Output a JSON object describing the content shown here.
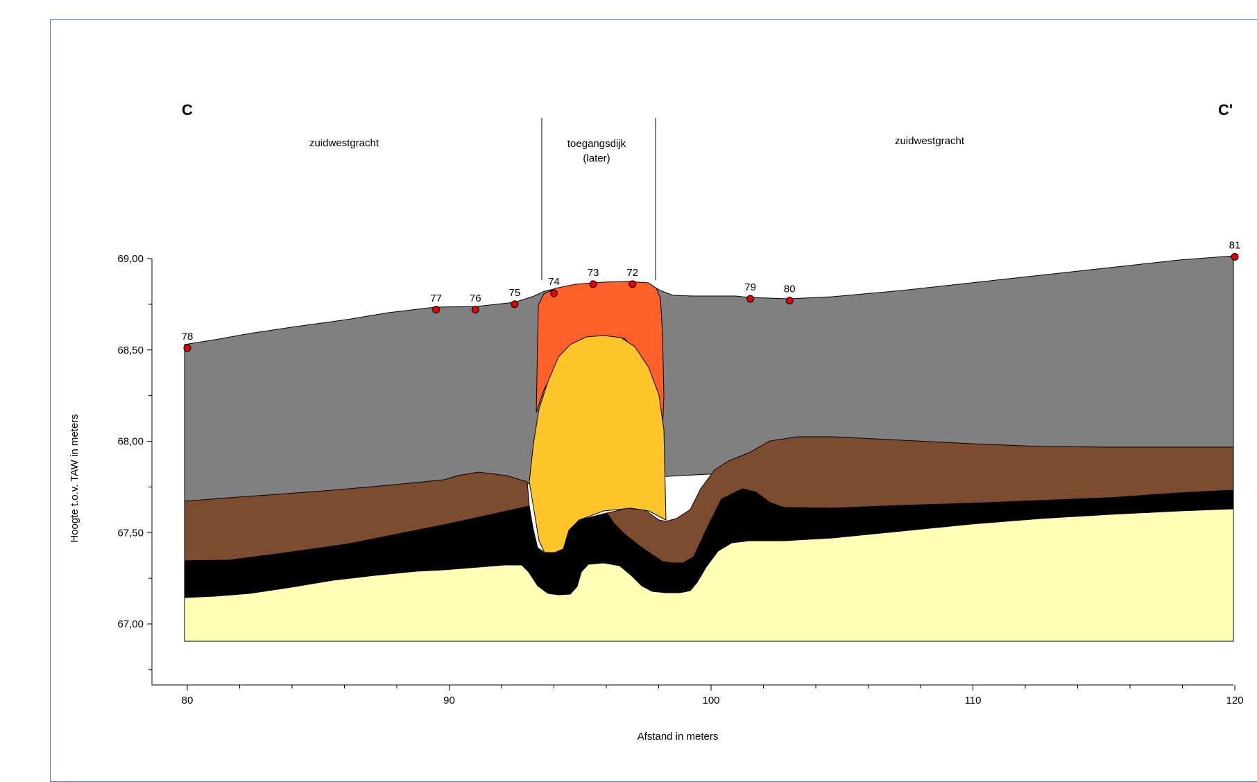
{
  "section": {
    "start_label": "C",
    "end_label": "C'"
  },
  "zones": {
    "left": "zuidwestgracht",
    "middle_line1": "toegangsdijk",
    "middle_line2": "(later)",
    "right": "zuidwestgracht"
  },
  "axes": {
    "xlabel": "Afstand in meters",
    "ylabel": "Hoogte t.o.v. TAW in meters",
    "xlim": [
      79.3,
      120.2
    ],
    "ylim": [
      66.65,
      69.05
    ],
    "x_ticks": [
      80,
      90,
      100,
      110,
      120
    ],
    "x_tick_labels": [
      "80",
      "90",
      "100",
      "110",
      "120"
    ],
    "y_ticks": [
      67.0,
      67.5,
      68.0,
      68.5,
      69.0
    ],
    "y_tick_labels": [
      "67,00",
      "67,50",
      "68,00",
      "68,50",
      "69,00"
    ]
  },
  "colors": {
    "grey_fill": "#808080",
    "brown": "#7d4b2f",
    "black": "#000000",
    "sand": "#ffffb8",
    "orange": "#ff5f28",
    "yellow": "#ffc62c",
    "point": "#e00000",
    "frame": "#4a7fb5"
  },
  "points": [
    {
      "label": "78",
      "x": 80.0,
      "y": 68.51
    },
    {
      "label": "77",
      "x": 89.5,
      "y": 68.72
    },
    {
      "label": "76",
      "x": 91.0,
      "y": 68.72
    },
    {
      "label": "75",
      "x": 92.5,
      "y": 68.75
    },
    {
      "label": "74",
      "x": 94.0,
      "y": 68.81
    },
    {
      "label": "73",
      "x": 95.5,
      "y": 68.86
    },
    {
      "label": "72",
      "x": 97.0,
      "y": 68.86
    },
    {
      "label": "79",
      "x": 101.5,
      "y": 68.78
    },
    {
      "label": "80",
      "x": 103.0,
      "y": 68.77
    },
    {
      "label": "81",
      "x": 120.0,
      "y": 69.01
    }
  ]
}
